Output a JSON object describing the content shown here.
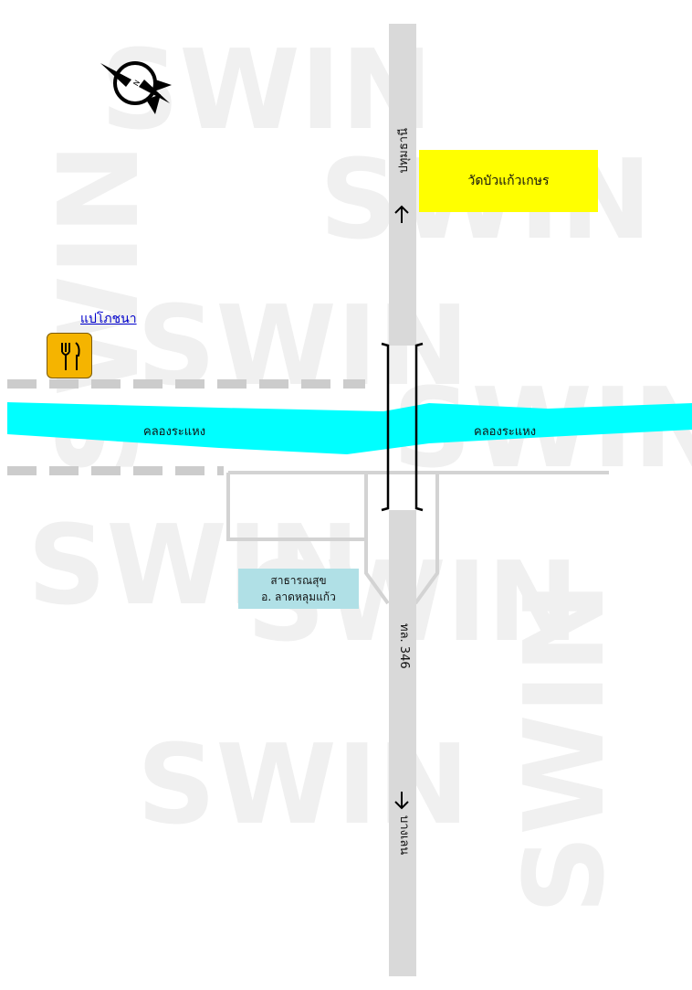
{
  "watermark": "SWIN",
  "roads": {
    "north_label": "ปทุมธานี",
    "south_label": "บางเลน",
    "highway_label": "ทล. 346"
  },
  "canal": {
    "name_left": "คลองระแหง",
    "name_right": "คลองระแหง"
  },
  "places": {
    "temple": "วัดบัวแก้วเกษร",
    "health_line1": "สาธารณสุข",
    "health_line2": "อ. ลาดหลุมแก้ว",
    "restaurant": "แปโภชนา"
  },
  "icons": {
    "compass": "compass-north-icon",
    "restaurant": "fork-knife-icon"
  },
  "colors": {
    "canal": "#00ffff",
    "road": "#d9d9d9",
    "temple": "#ffff00",
    "health": "#b0e0e6",
    "restaurant_icon": "#f5b400"
  }
}
